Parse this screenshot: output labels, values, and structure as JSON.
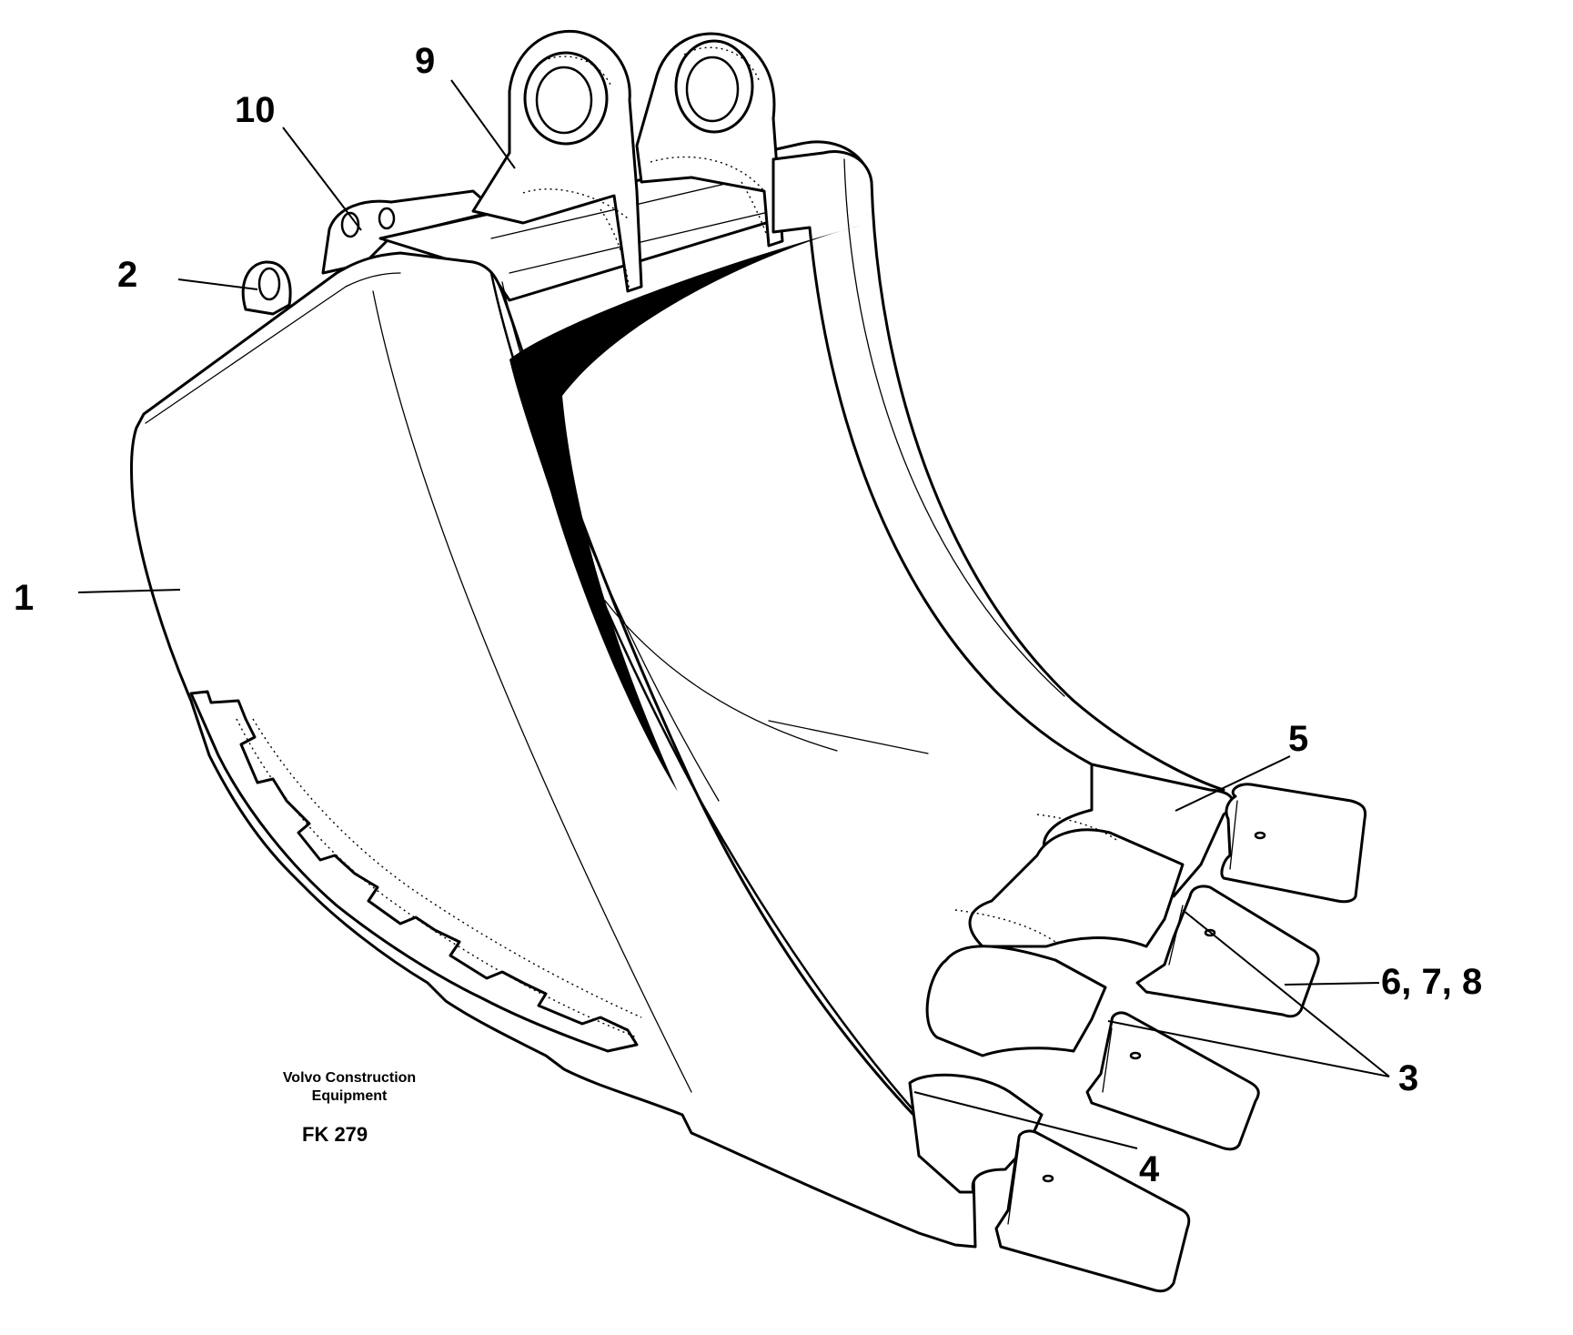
{
  "callouts": {
    "c1": "1",
    "c2": "2",
    "c3": "3",
    "c4": "4",
    "c5": "5",
    "c678": "6, 7, 8",
    "c9": "9",
    "c10": "10"
  },
  "caption": {
    "line1": "Volvo Construction",
    "line2": "Equipment",
    "code": "FK 279"
  }
}
